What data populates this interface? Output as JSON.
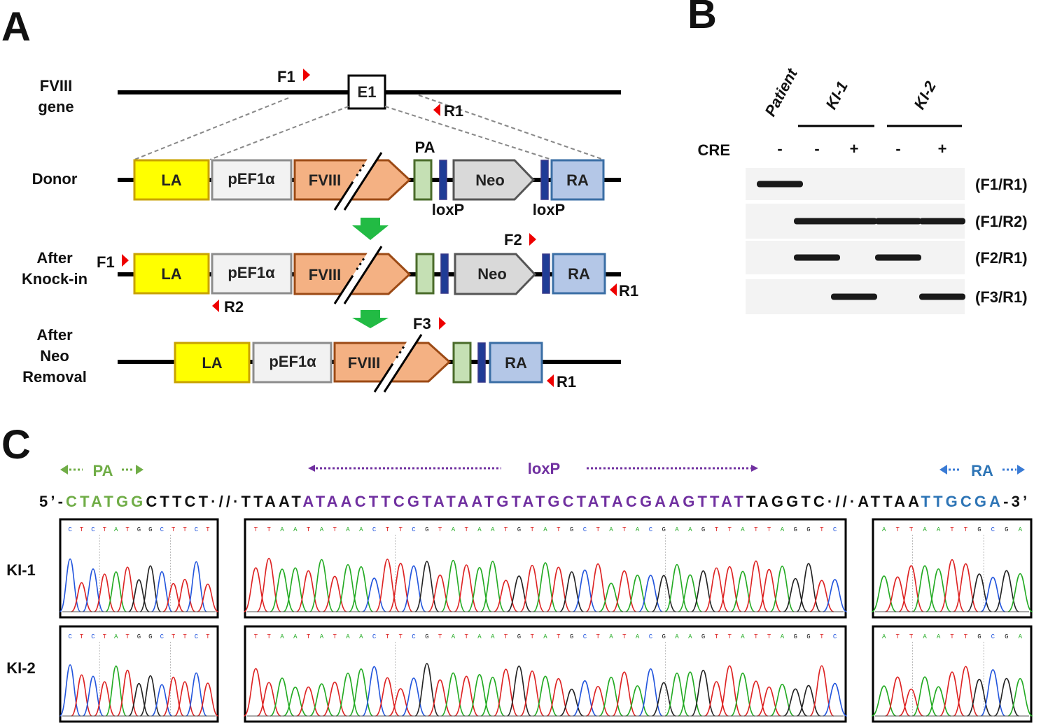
{
  "panels": {
    "a": "A",
    "b": "B",
    "c": "C"
  },
  "panel_a": {
    "rows": {
      "gene": [
        "FVIII",
        "gene"
      ],
      "donor": "Donor",
      "knockin": [
        "After",
        "Knock-in"
      ],
      "neo_removal": [
        "After",
        "Neo",
        "Removal"
      ]
    },
    "elements": {
      "e1": "E1",
      "la": "LA",
      "pef": "pEF1α",
      "fviii": "FVIII",
      "pa": "PA",
      "neo": "Neo",
      "ra": "RA",
      "loxp_left": "loxP",
      "loxp_right": "loxP"
    },
    "primers": {
      "f1": "F1",
      "r1": "R1",
      "r2": "R2",
      "f2": "F2",
      "f3": "F3"
    }
  },
  "panel_b": {
    "lanes": {
      "patient": "Patient",
      "ki1": "KI-1",
      "ki2": "KI-2"
    },
    "cre_label": "CRE",
    "cre_states": [
      "-",
      "-",
      "+",
      "-",
      "+"
    ],
    "primer_pairs": [
      "(F1/R1)",
      "(F1/R2)",
      "(F2/R1)",
      "(F3/R1)"
    ],
    "band_presence": [
      [
        true,
        false,
        false,
        false,
        false
      ],
      [
        false,
        true,
        true,
        true,
        true
      ],
      [
        false,
        true,
        false,
        true,
        false
      ],
      [
        false,
        false,
        true,
        false,
        true
      ]
    ]
  },
  "panel_c": {
    "region_labels": {
      "pa": "PA",
      "loxp": "loxP",
      "ra": "RA"
    },
    "sequence": {
      "prefix": "5’-",
      "pa_seq": "CTATGG",
      "after_pa": "CTTCT·//·TTAAT",
      "loxp_seq": "ATAACTTCGTATAATGTATGCTATACGAAGTTAT",
      "after_loxp": "TAGGTC·//·ATTAA",
      "ra_seq": "TTGCGA",
      "suffix": "-3’"
    },
    "samples": [
      "KI-1",
      "KI-2"
    ],
    "trace_calls": {
      "left": "CTCTATGGCTTCT",
      "middle": "TTAATATAACTTCGTATAATGTATGCTATACGAAGTTATTAGGTC",
      "right": "ATTAATTGCGA"
    }
  },
  "colors": {
    "la_fill": "#ffff00",
    "la_stroke": "#c8a200",
    "pef_fill": "#f2f2f2",
    "pef_stroke": "#8c8c8c",
    "fviii_fill": "#f4b183",
    "fviii_stroke": "#9c4a15",
    "pa_fill": "#c5e0b4",
    "pa_stroke": "#4a6b2a",
    "loxp_fill": "#1f3c96",
    "neo_fill": "#d9d9d9",
    "neo_stroke": "#555555",
    "ra_fill": "#b4c7e7",
    "ra_stroke": "#3a6ea5",
    "primer": "#ee0000",
    "arrow_green": "#22bb44",
    "pa_text": "#70ad47",
    "loxp_text": "#7030a0",
    "ra_text": "#2e75b6"
  }
}
